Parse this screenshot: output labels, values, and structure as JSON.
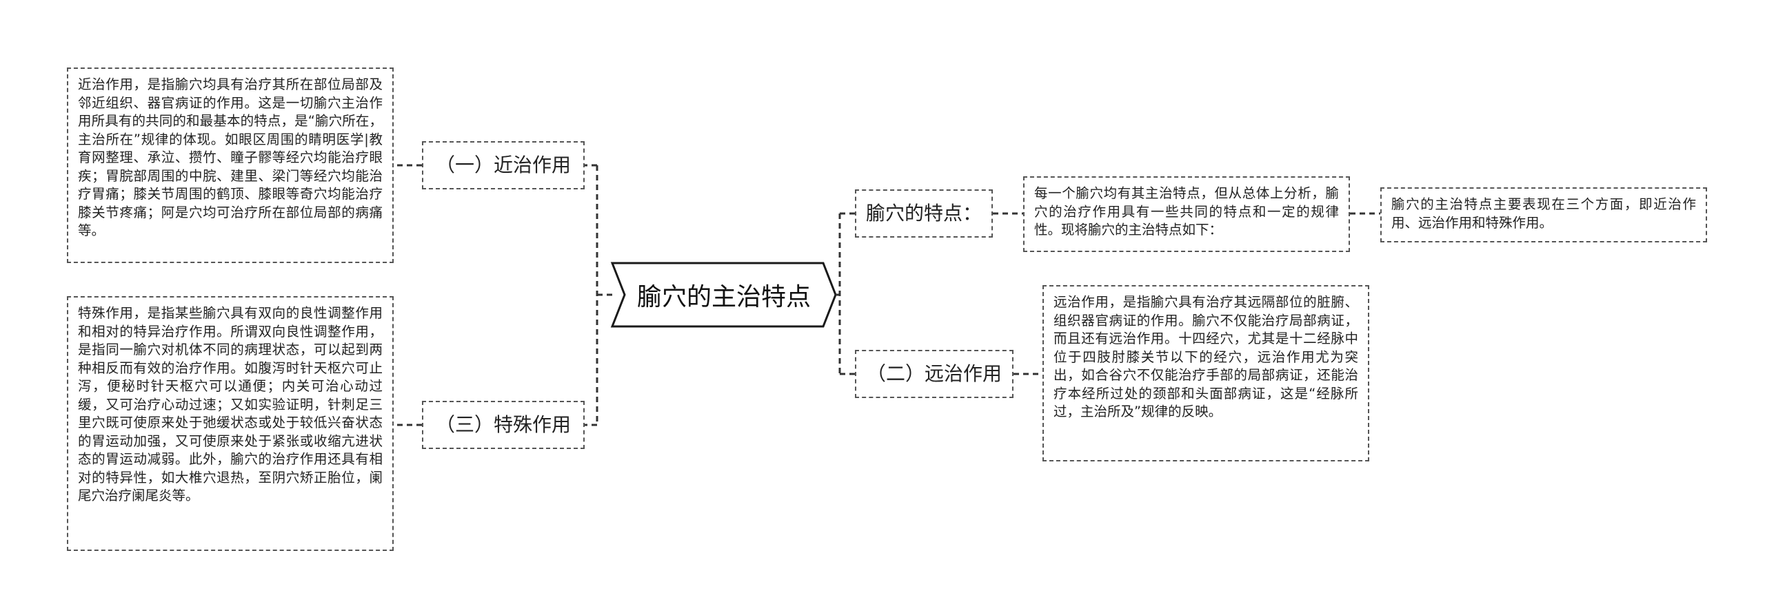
{
  "root": {
    "title": "腧穴的主治特点"
  },
  "branches": {
    "near": {
      "label": "（一）近治作用",
      "detail": "近治作用，是指腧穴均具有治疗其所在部位局部及邻近组织、器官病证的作用。这是一切腧穴主治作用所具有的共同的和最基本的特点，是“腧穴所在，主治所在”规律的体现。如眼区周围的睛明医学|教育网整理、承泣、攒竹、瞳子髎等经穴均能治疗眼疾；胃脘部周围的中脘、建里、梁门等经穴均能治疗胃痛；膝关节周围的鹤顶、膝眼等奇穴均能治疗膝关节疼痛；阿是穴均可治疗所在部位局部的病痛等。"
    },
    "special": {
      "label": "（三）特殊作用",
      "detail": "特殊作用，是指某些腧穴具有双向的良性调整作用和相对的特异治疗作用。所谓双向良性调整作用，是指同一腧穴对机体不同的病理状态，可以起到两种相反而有效的治疗作用。如腹泻时针天枢穴可止泻，便秘时针天枢穴可以通便；内关可治心动过缓，又可治疗心动过速；又如实验证明，针刺足三里穴既可使原来处于弛缓状态或处于较低兴奋状态的胃运动加强，又可使原来处于紧张或收缩亢进状态的胃运动减弱。此外，腧穴的治疗作用还具有相对的特异性，如大椎穴退热，至阴穴矫正胎位，阑尾穴治疗阑尾炎等。"
    },
    "features": {
      "label": "腧穴的特点：",
      "detail": "每一个腧穴均有其主治特点，但从总体上分析，腧穴的治疗作用具有一些共同的特点和一定的规律性。现将腧穴的主治特点如下：",
      "sub_detail": "腧穴的主治特点主要表现在三个方面，即近治作用、远治作用和特殊作用。"
    },
    "far": {
      "label": "（二）远治作用",
      "detail": "远治作用，是指腧穴具有治疗其远隔部位的脏腑、组织器官病证的作用。腧穴不仅能治疗局部病证，而且还有远治作用。十四经穴，尤其是十二经脉中位于四肢肘膝关节以下的经穴，远治作用尤为突出，如合谷穴不仅能治疗手部的局部病证，还能治疗本经所过处的颈部和头面部病证，这是“经脉所过，主治所及”规律的反映。"
    }
  },
  "colors": {
    "root_border": "#1a1a1a",
    "node_border": "#555555",
    "connector": "#333333",
    "text": "#222222"
  }
}
